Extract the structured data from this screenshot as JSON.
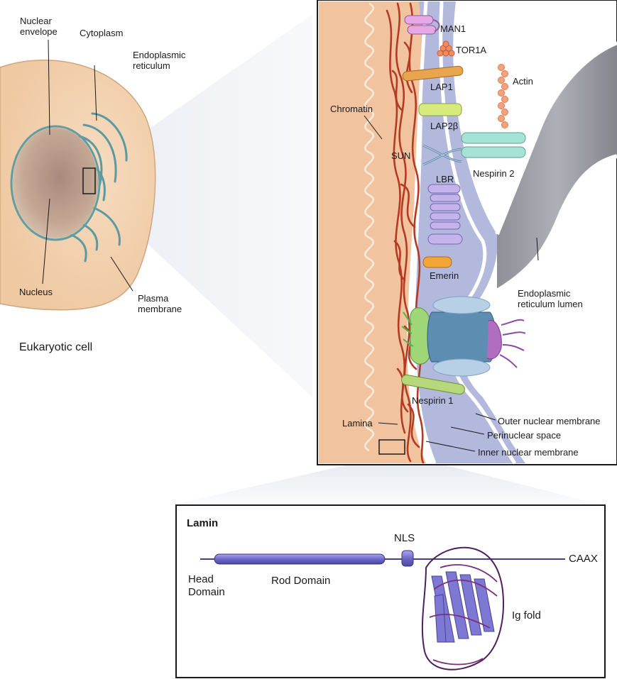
{
  "cell_panel": {
    "nuclear_envelope": "Nuclear\nenvelope",
    "cytoplasm": "Cytoplasm",
    "endoplasmic_reticulum": "Endoplasmic\nreticulum",
    "nucleus": "Nucleus",
    "plasma_membrane": "Plasma\nmembrane",
    "caption": "Eukaryotic cell"
  },
  "envelope_panel": {
    "man1": "MAN1",
    "tor1a": "TOR1A",
    "actin": "Actin",
    "lap1": "LAP1",
    "chromatin": "Chromatin",
    "lap2b": "LAP2β",
    "sun": "SUN",
    "nesprin2": "Nespirin 2",
    "lbr": "LBR",
    "emerin": "Emerin",
    "er_lumen": "Endoplasmic\nreticulum lumen",
    "nesprin1": "Nespirin 1",
    "outer_membrane": "Outer nuclear membrane",
    "perinuclear_space": "Perinuclear space",
    "lamina": "Lamina",
    "inner_membrane": "Inner nuclear membrane"
  },
  "lamin_panel": {
    "title": "Lamin",
    "nls": "NLS",
    "caax": "CAAX",
    "head_domain": "Head\nDomain",
    "rod_domain": "Rod  Domain",
    "ig_fold": "Ig fold"
  },
  "colors": {
    "nucleoplasm": "#f1c49f",
    "membrane_blue": "#b3b9dc",
    "chromatin_red": "#b53a24",
    "lamin_purple": "#7d78d4"
  }
}
